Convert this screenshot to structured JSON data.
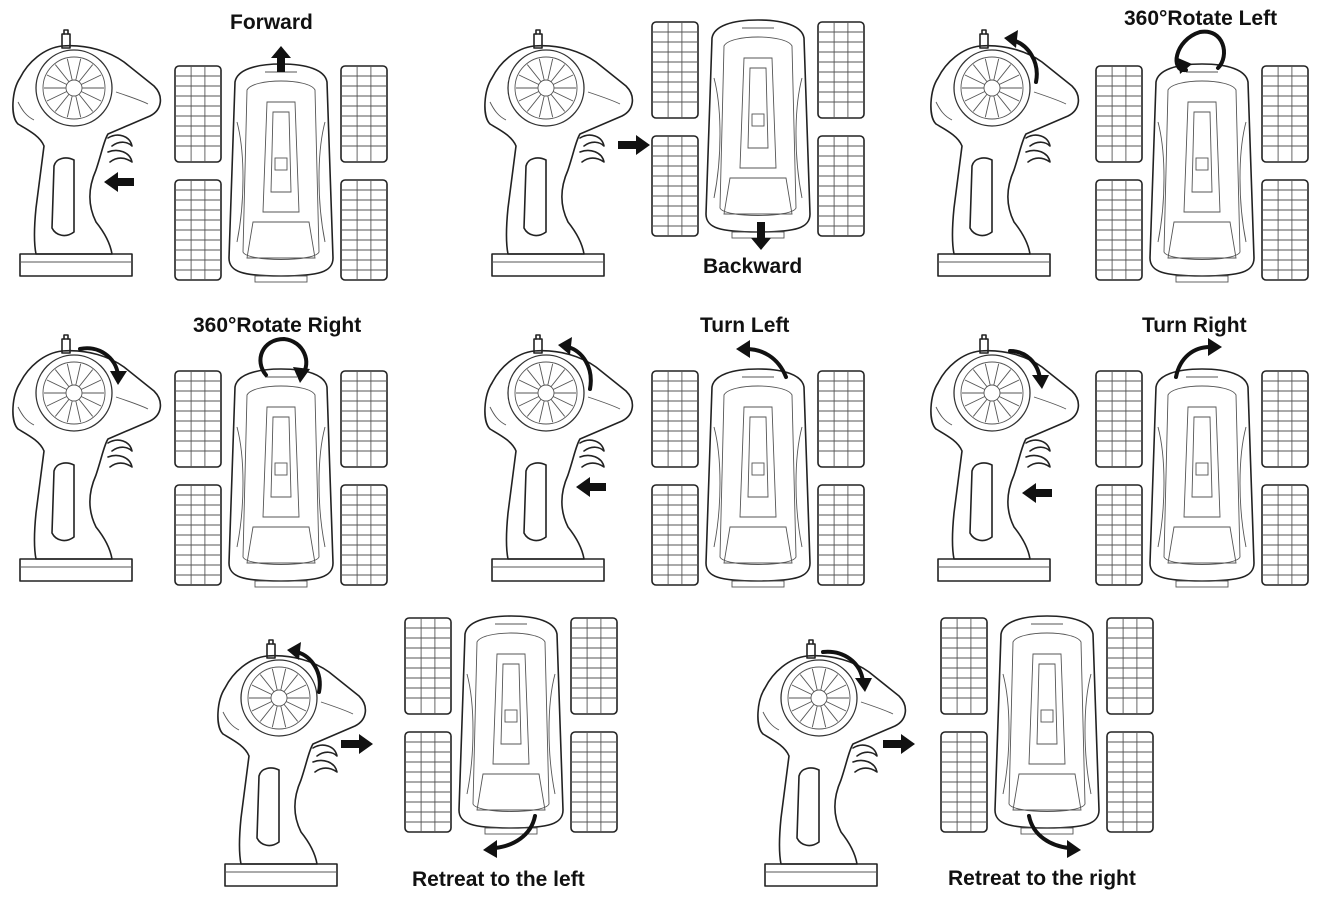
{
  "diagram": {
    "panels": [
      {
        "label": "Forward"
      },
      {
        "label": "Backward"
      },
      {
        "label": "360°Rotate Left"
      },
      {
        "label": "360°Rotate Right"
      },
      {
        "label": "Turn Left"
      },
      {
        "label": "Turn Right"
      },
      {
        "label": "Retreat to the left"
      },
      {
        "label": "Retreat to the right"
      }
    ],
    "icons": {
      "controller": "rc-transmitter-icon",
      "vehicle": "rc-stunt-car-icon",
      "trigger_push": "black-arrow-right-icon",
      "trigger_pull": "black-arrow-left-icon",
      "wheel_turn": "curved-arrow-icon"
    },
    "colors": {
      "line": "#222222",
      "arrow": "#111111",
      "background": "#ffffff"
    }
  }
}
